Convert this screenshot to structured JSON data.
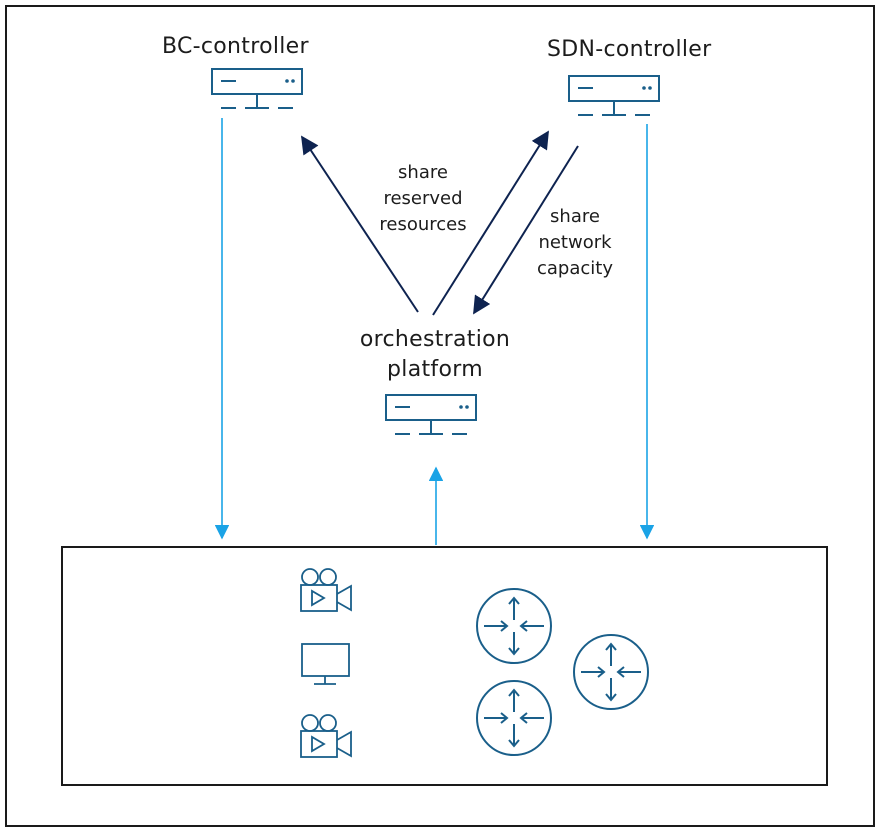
{
  "nodes": {
    "bc_controller": {
      "label": "BC-controller"
    },
    "sdn_controller": {
      "label": "SDN-controller"
    },
    "orchestration": {
      "label_lines": [
        "orchestration",
        "platform"
      ]
    }
  },
  "edges": {
    "share_reserved": {
      "label_lines": [
        "share",
        "reserved",
        "resources"
      ]
    },
    "share_network": {
      "label_lines": [
        "share",
        "network",
        "capacity"
      ]
    }
  },
  "colors": {
    "device": "#1a5f8a",
    "dark_arrow": "#0e2350",
    "light_arrow": "#1aa3e6",
    "border": "#1a1a1a"
  },
  "icons": {
    "server": "server-icon",
    "camera": "video-camera-icon",
    "monitor": "monitor-icon",
    "router": "router-icon"
  }
}
